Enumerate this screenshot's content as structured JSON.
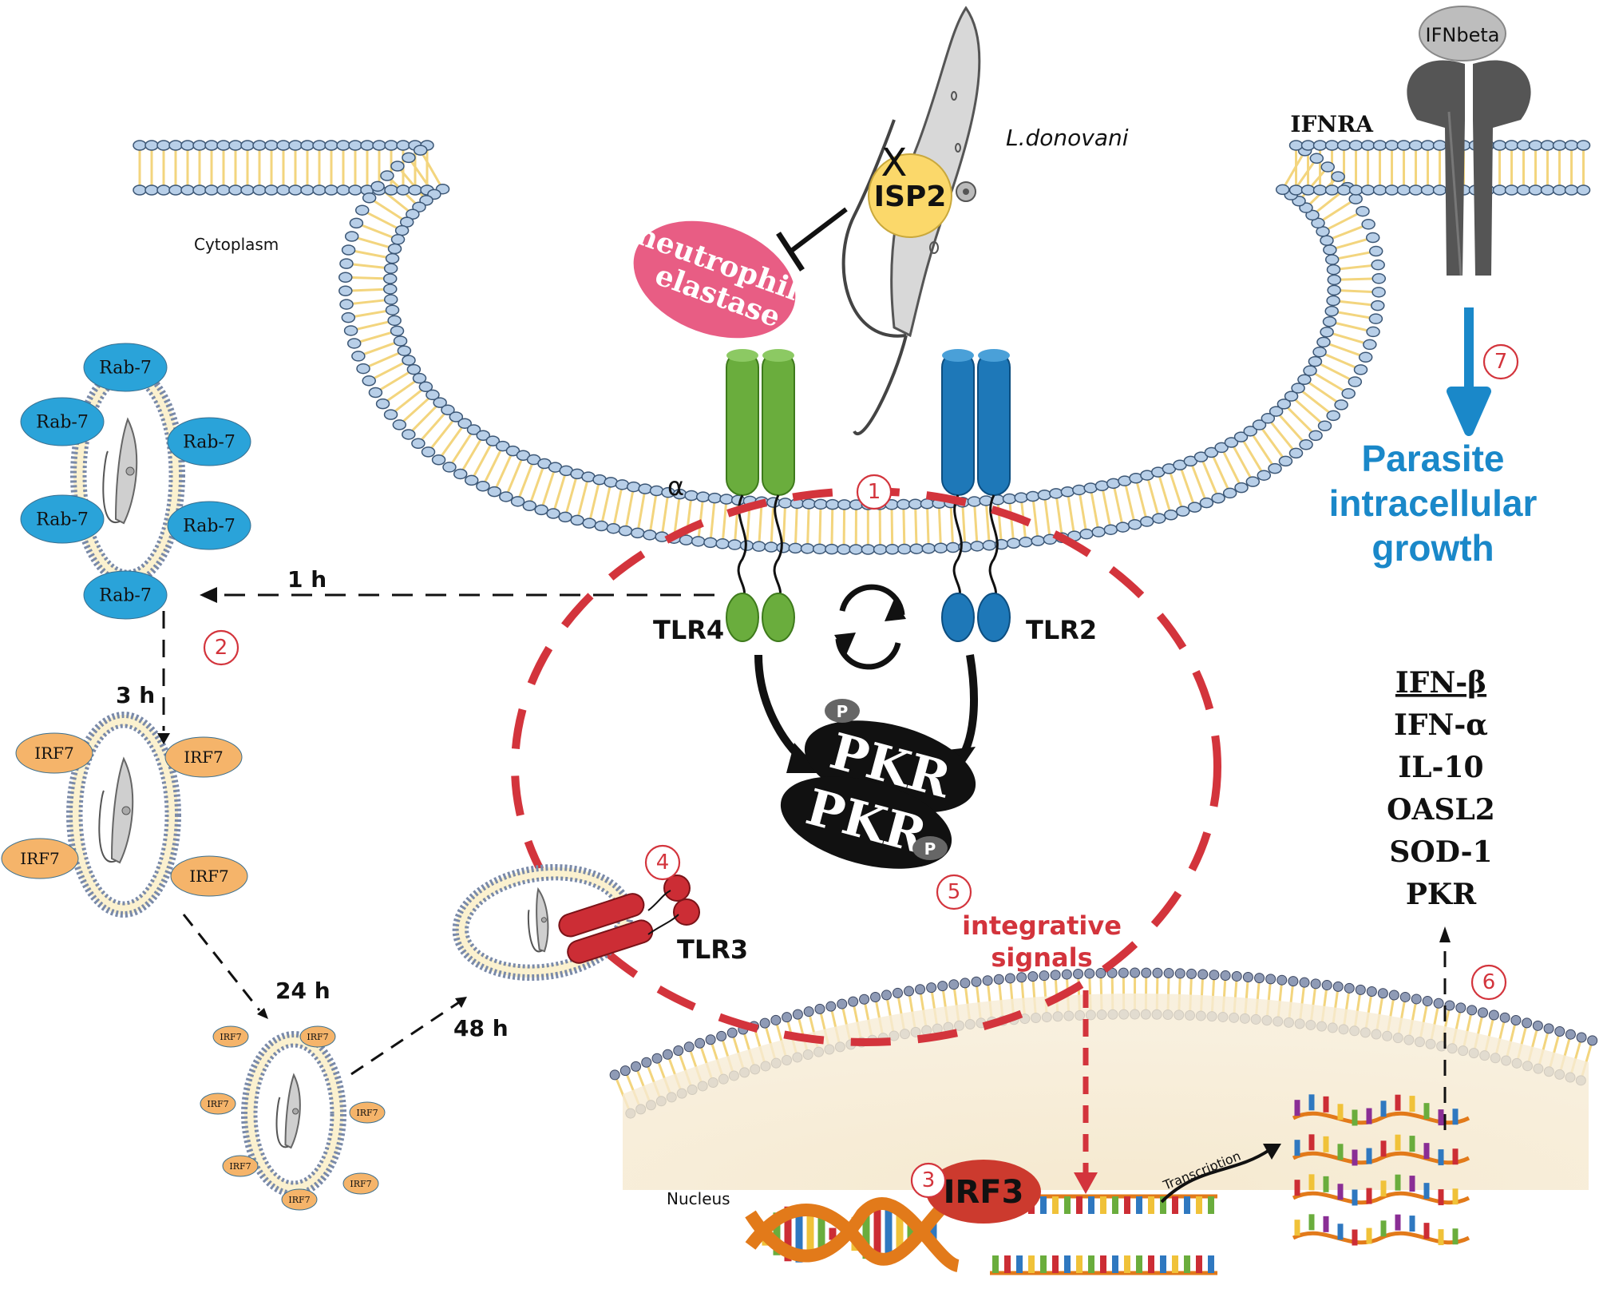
{
  "labels": {
    "cytoplasm": "Cytoplasm",
    "nucleus": "Nucleus",
    "parasite": "L.donovani",
    "isp2": "ISP2",
    "x_mark": "X",
    "elastase_line1": "neutrophil",
    "elastase_line2": "elastase",
    "tlr4": "TLR4",
    "tlr2": "TLR2",
    "tlr3": "TLR3",
    "pkr": "PKR",
    "p": "P",
    "alpha": "α",
    "irf3": "IRF3",
    "ifnbeta": "IFNbeta",
    "ifnra": "IFNRA",
    "transcription": "Transcription",
    "integrative_line1": "integrative",
    "integrative_line2": "signals",
    "growth_line1": "Parasite",
    "growth_line2": "intracellular",
    "growth_line3": "growth"
  },
  "timepoints": {
    "t1": "1 h",
    "t3": "3 h",
    "t24": "24 h",
    "t48": "48 h"
  },
  "rab7_label": "Rab-7",
  "irf7_label": "IRF7",
  "steps": [
    "1",
    "2",
    "3",
    "4",
    "5",
    "6",
    "7"
  ],
  "outputs": [
    "IFN-β",
    "IFN-α",
    "IL-10",
    "OASL2",
    "SOD-1",
    "PKR"
  ],
  "colors": {
    "rab7": "#2aa3d9",
    "irf7": "#f5b46a",
    "tlr4": "#6aad3d",
    "tlr2": "#1e78b8",
    "tlr3": "#cc2d35",
    "elastase": "#e85d84",
    "isp2": "#fbd86a",
    "growth": "#1a88c9",
    "dashed_red": "#d3343c",
    "membrane_head": "#b8cfe8",
    "membrane_tail": "#f3d57e"
  }
}
